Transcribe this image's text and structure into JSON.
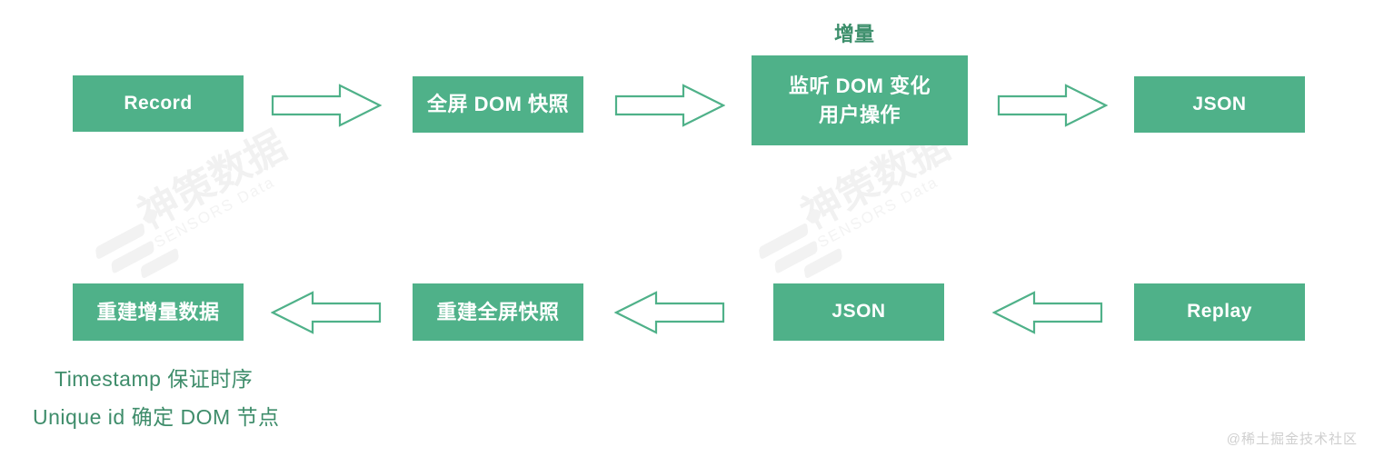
{
  "diagram": {
    "title_caption": "增量",
    "top_row": [
      {
        "id": "record",
        "label": "Record",
        "latin": true
      },
      {
        "id": "dom-snapshot",
        "label": "全屏 DOM 快照",
        "latin": false
      },
      {
        "id": "dom-listen",
        "label": "监听 DOM 变化\n用户操作",
        "latin": false
      },
      {
        "id": "json-top",
        "label": "JSON",
        "latin": true
      }
    ],
    "bottom_row": [
      {
        "id": "rebuild-incremental",
        "label": "重建增量数据",
        "latin": false
      },
      {
        "id": "rebuild-snapshot",
        "label": "重建全屏快照",
        "latin": false
      },
      {
        "id": "json-bottom",
        "label": "JSON",
        "latin": true
      },
      {
        "id": "replay",
        "label": "Replay",
        "latin": true
      }
    ],
    "arrows": [
      {
        "id": "arrow-record-to-snapshot",
        "direction": "right"
      },
      {
        "id": "arrow-snapshot-to-listen",
        "direction": "right"
      },
      {
        "id": "arrow-listen-to-json",
        "direction": "right"
      },
      {
        "id": "arrow-snapshot-to-rebuild",
        "direction": "left"
      },
      {
        "id": "arrow-json-to-snapshot",
        "direction": "left"
      },
      {
        "id": "arrow-replay-to-json",
        "direction": "left"
      }
    ],
    "footnotes": [
      "Timestamp 保证时序",
      "Unique id 确定 DOM 节点"
    ],
    "watermark": {
      "brand_cn": "神策数据",
      "brand_en": "SENSORS Data",
      "credit": "@稀土掘金技术社区"
    },
    "colors": {
      "node_fill": "#4fb189",
      "node_text": "#ffffff",
      "arrow_stroke": "#4fb189",
      "caption_text": "#3d8f6c",
      "footnote_text": "#3f8d6b",
      "background": "#ffffff",
      "watermark": "#f2f2f2",
      "credit_text": "#cfcfcf"
    }
  }
}
